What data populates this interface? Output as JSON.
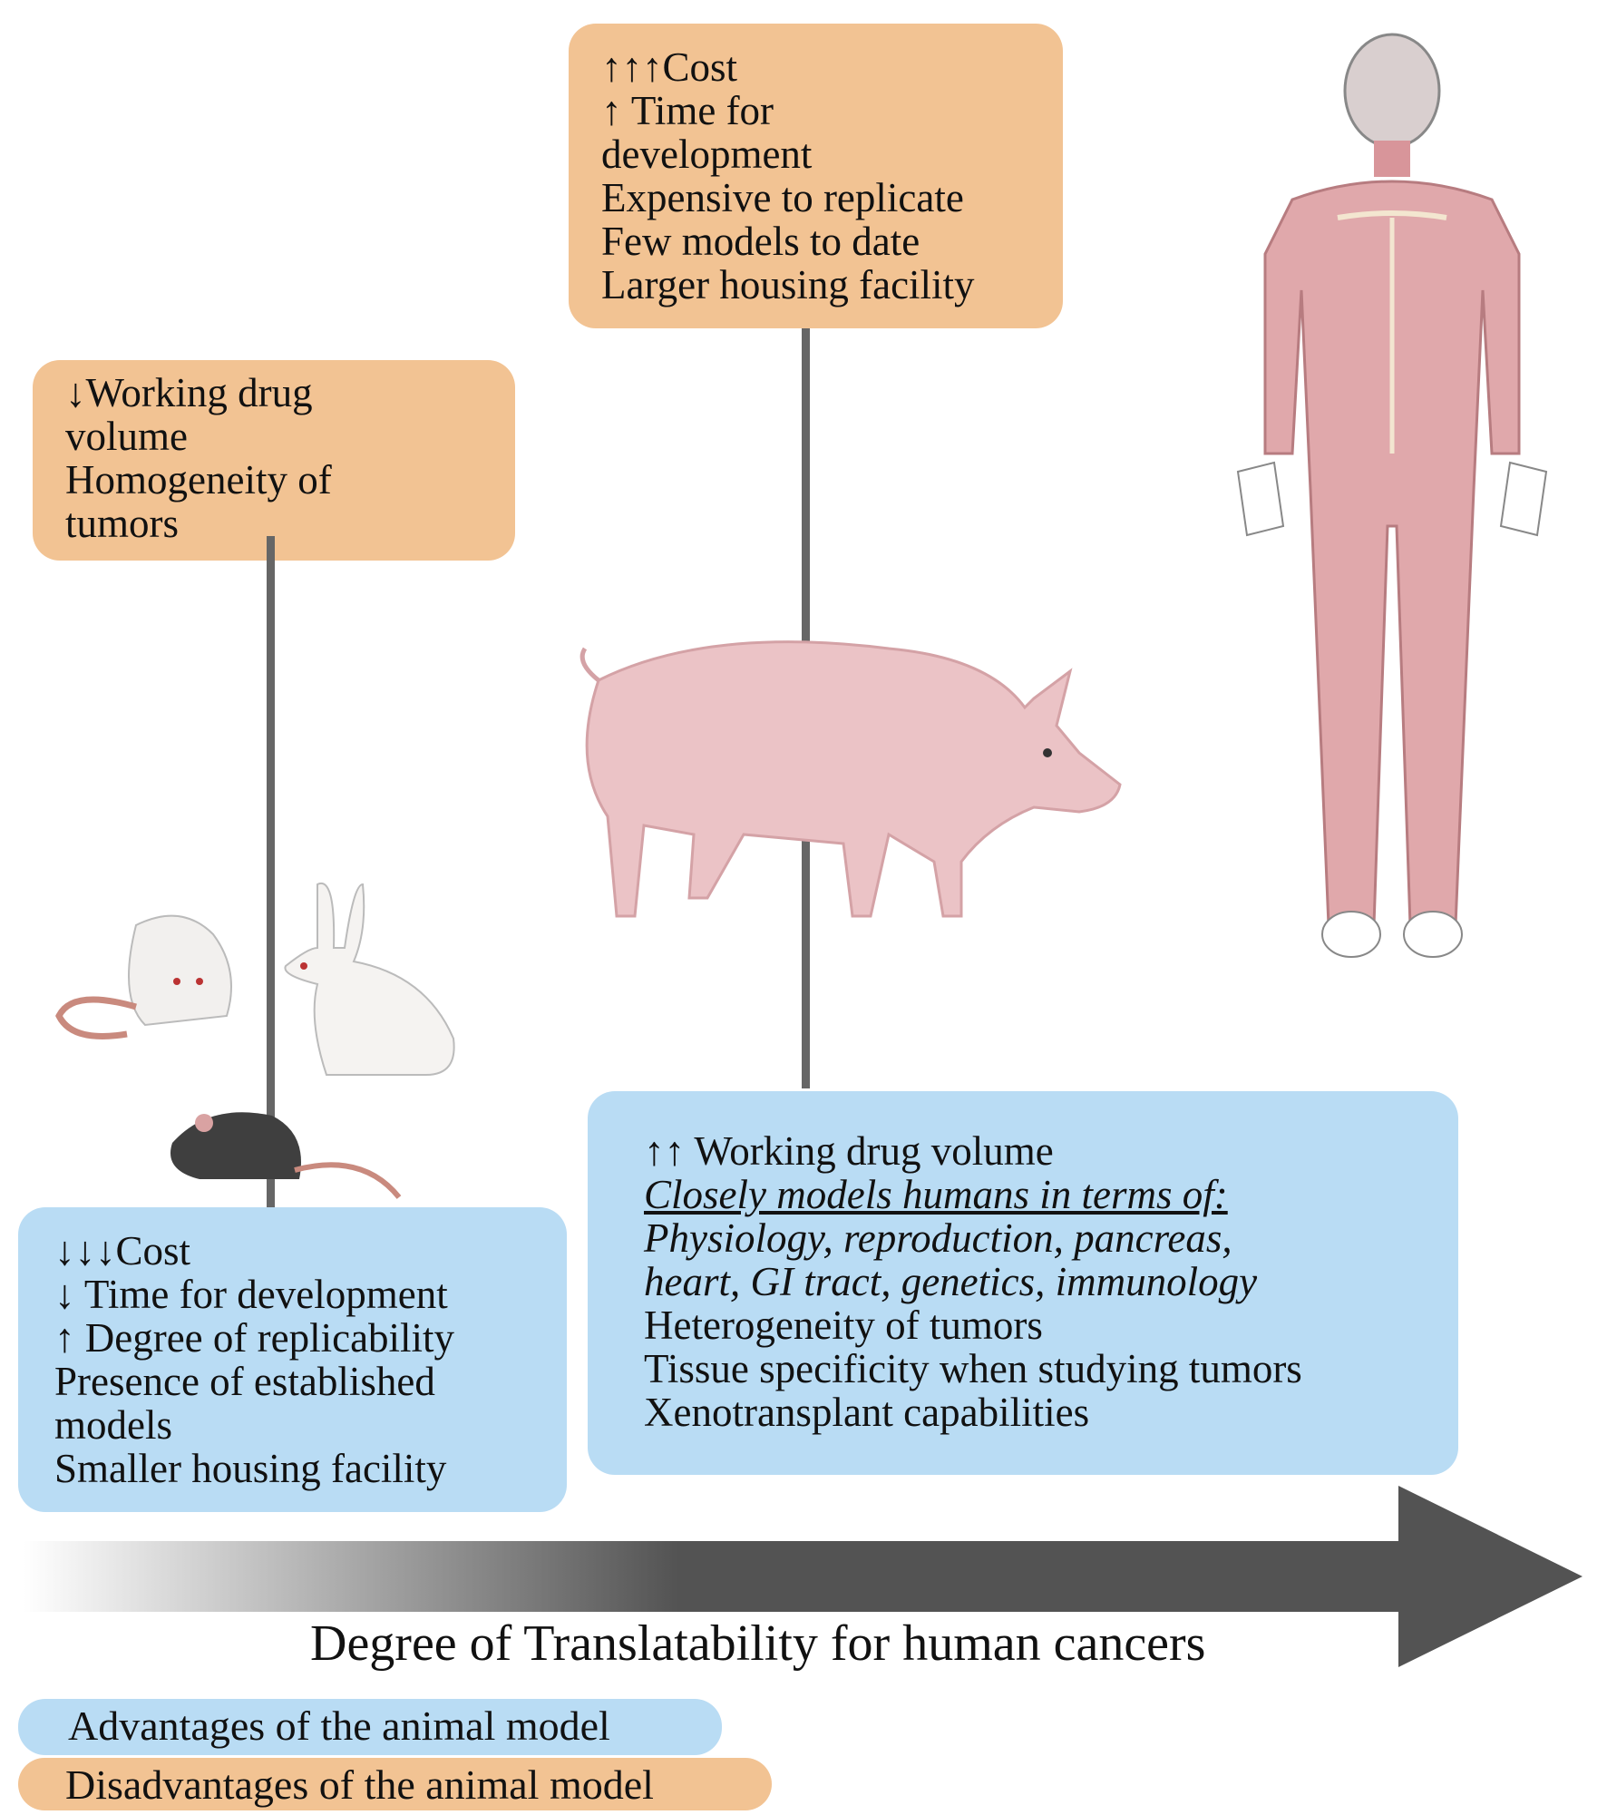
{
  "pig_disadvantages": {
    "lines": [
      "↑↑↑Cost",
      "↑ Time for",
      "development",
      "Expensive to replicate",
      "Few models to date",
      "Larger housing facility"
    ]
  },
  "small_animal_disadvantages": {
    "lines": [
      "↓Working drug",
      "volume",
      "Homogeneity of",
      "tumors"
    ]
  },
  "small_animal_advantages": {
    "lines": [
      "↓↓↓Cost",
      "↓ Time for development",
      "↑ Degree of replicability",
      "Presence of established",
      "models",
      "Smaller housing facility"
    ]
  },
  "pig_advantages": {
    "line1": "↑↑ Working drug volume",
    "subheading": "Closely models humans in terms of:",
    "italic_lines": [
      "Physiology, reproduction, pancreas,",
      "heart, GI tract, genetics, immunology"
    ],
    "lines": [
      "Heterogeneity of tumors",
      "Tissue specificity when studying tumors",
      "Xenotransplant capabilities"
    ]
  },
  "axis_caption": "Degree of Translatability for human cancers",
  "legend": {
    "advantages": "Advantages of the animal model",
    "disadvantages": "Disadvantages of the animal model"
  },
  "colors": {
    "advantage": "#b9dcf4",
    "disadvantage": "#f2c393",
    "arrow": "#535353"
  }
}
